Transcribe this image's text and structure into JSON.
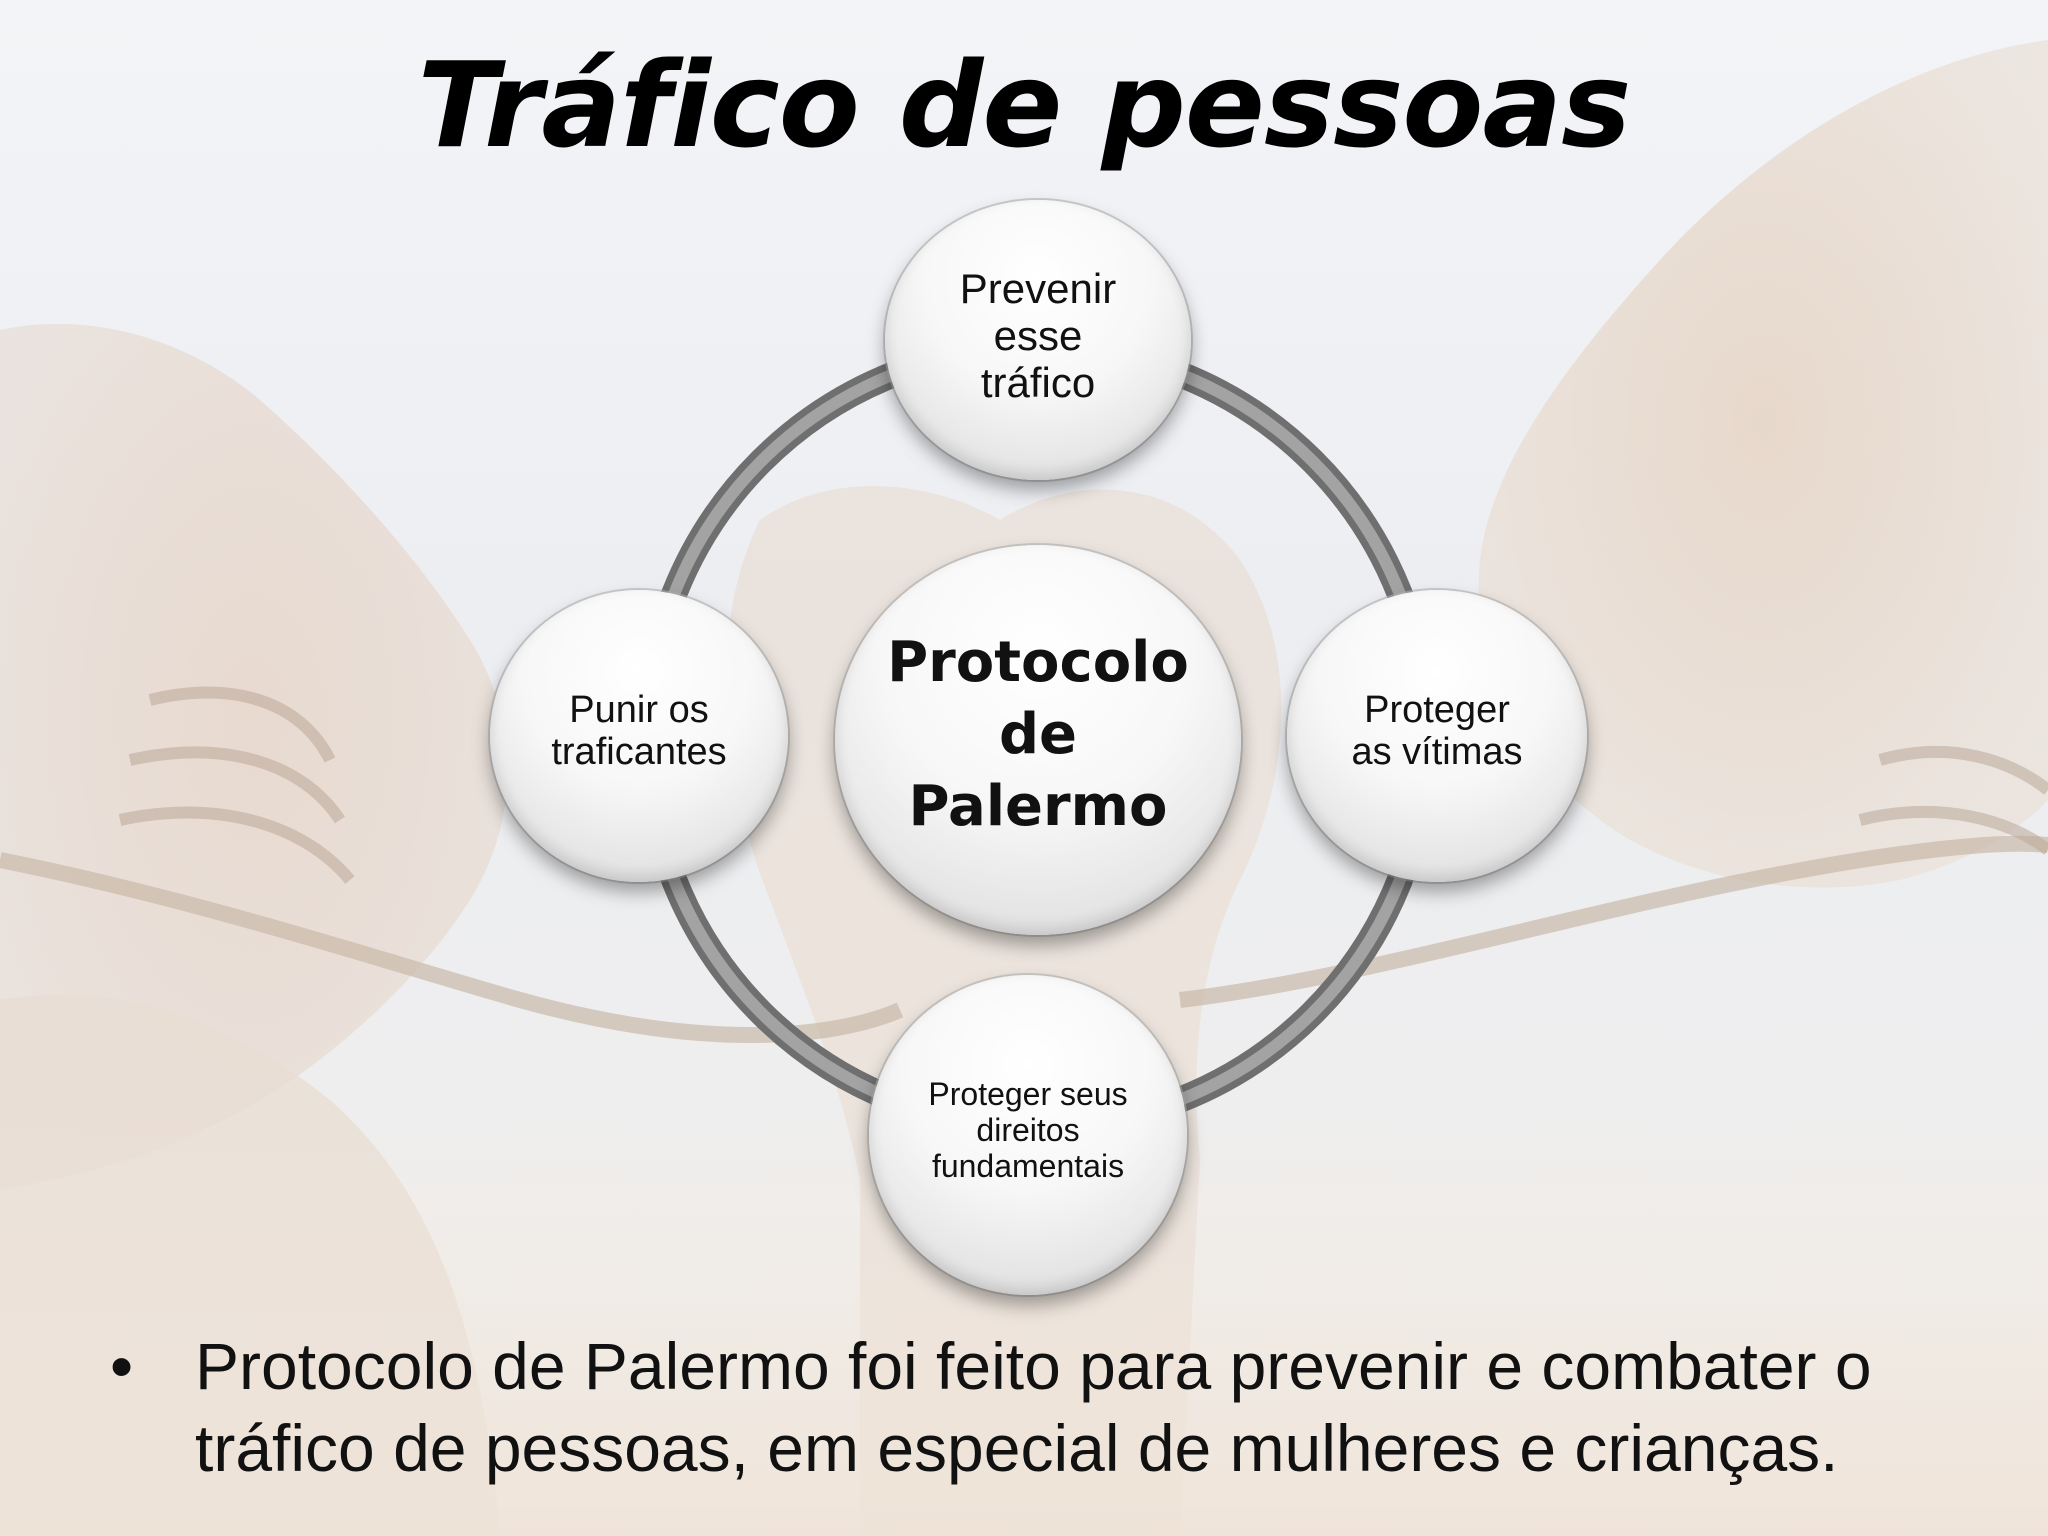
{
  "slide": {
    "title": "Tráfico de pessoas",
    "diagram": {
      "center": "Protocolo\nde\nPalermo",
      "top": "Prevenir\nesse\ntráfico",
      "right": "Proteger\nas vítimas",
      "bottom": "Proteger seus\ndireitos\nfundamentais",
      "left": "Punir os\ntraficantes"
    },
    "bullet": {
      "marker": "•",
      "text": "Protocolo de Palermo foi feito para prevenir e combater o tráfico de pessoas, em especial de mulheres e crianças."
    }
  }
}
